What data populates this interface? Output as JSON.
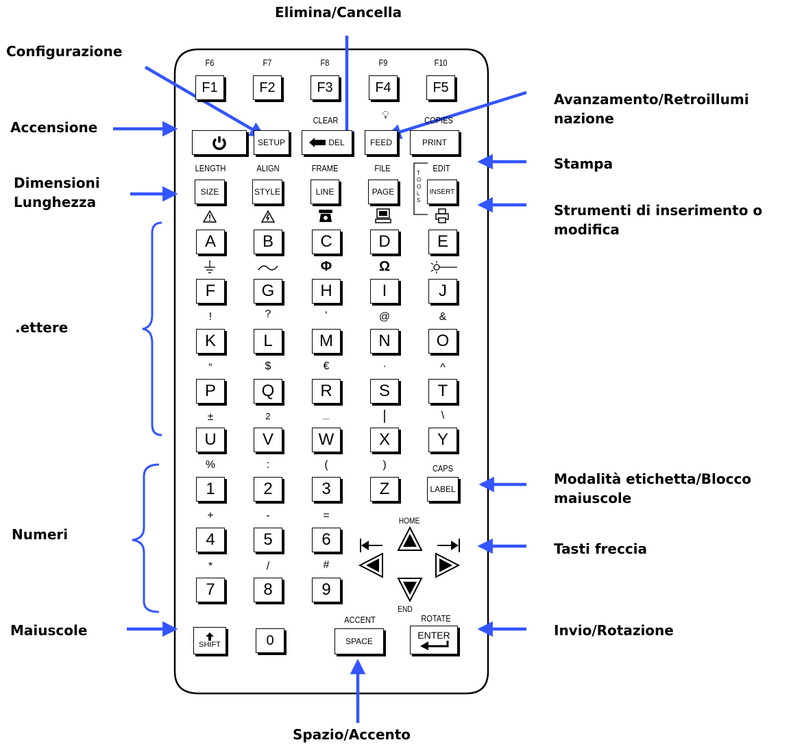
{
  "callouts": {
    "delete": "Elimina/Cancella",
    "setup": "Configurazione",
    "power": "Accensione",
    "feed": "Avanzamento/Retroillumi\nnazione",
    "print": "Stampa",
    "size": "Dimensioni\nLunghezza",
    "tools": "Strumenti di inserimento o\nmodifica",
    "letters": ".ettere",
    "label": "Modalità etichetta/Blocco\nmaiuscole",
    "numbers": "Numeri",
    "arrows": "Tasti freccia",
    "shift": "Maiuscole",
    "enter": "Invio/Rotazione",
    "space": "Spazio/Accento"
  },
  "fn_top": [
    "F6",
    "F7",
    "F8",
    "F9",
    "F10"
  ],
  "fn_keys": [
    "F1",
    "F2",
    "F3",
    "F4",
    "F5"
  ],
  "row2_top": {
    "clear": "CLEAR",
    "copies": "COPIES"
  },
  "row2_keys": {
    "setup": "SETUP",
    "del": "DEL",
    "feed": "FEED",
    "print": "PRINT"
  },
  "row3_top": [
    "LENGTH",
    "ALIGN",
    "FRAME",
    "FILE",
    "EDIT"
  ],
  "row3_keys": [
    "SIZE",
    "STYLE",
    "LINE",
    "PAGE",
    "INSERT"
  ],
  "tools_label": "TOOLS",
  "letter_rows": [
    {
      "top": [
        "warning-triangle-icon",
        "hazard-voltage-icon",
        "telephone-icon",
        "computer-icon",
        "printer-icon"
      ],
      "keys": [
        "A",
        "B",
        "C",
        "D",
        "E"
      ]
    },
    {
      "top": [
        "ground-icon",
        "tilde-ac-icon",
        "Φ",
        "Ω",
        "lamp-icon"
      ],
      "keys": [
        "F",
        "G",
        "H",
        "I",
        "J"
      ]
    },
    {
      "top": [
        "!",
        "?",
        "‘",
        "@",
        "&"
      ],
      "keys": [
        "K",
        "L",
        "M",
        "N",
        "O"
      ]
    },
    {
      "top": [
        "“",
        "$",
        "€",
        "·",
        "^"
      ],
      "keys": [
        "P",
        "Q",
        "R",
        "S",
        "T"
      ]
    },
    {
      "top": [
        "±",
        "2",
        "_",
        "|",
        "\\"
      ],
      "keys": [
        "U",
        "V",
        "W",
        "X",
        "Y"
      ]
    }
  ],
  "num_rows": [
    {
      "top": [
        "%",
        ":",
        "(",
        ")",
        "CAPS"
      ],
      "keys": [
        "1",
        "2",
        "3",
        "Z",
        "LABEL"
      ]
    },
    {
      "top": [
        "+",
        "-",
        "="
      ],
      "keys": [
        "4",
        "5",
        "6"
      ]
    },
    {
      "top": [
        "*",
        "/",
        "#"
      ],
      "keys": [
        "7",
        "8",
        "9"
      ]
    }
  ],
  "nav": {
    "home": "HOME",
    "end": "END"
  },
  "bottom": {
    "shift": "SHIFT",
    "zero": "0",
    "accent": "ACCENT",
    "space": "SPACE",
    "rotate": "ROTATE",
    "enter": "ENTER"
  },
  "colors": {
    "arrow": "#3355ff",
    "ink": "#000000",
    "background": "#ffffff"
  }
}
